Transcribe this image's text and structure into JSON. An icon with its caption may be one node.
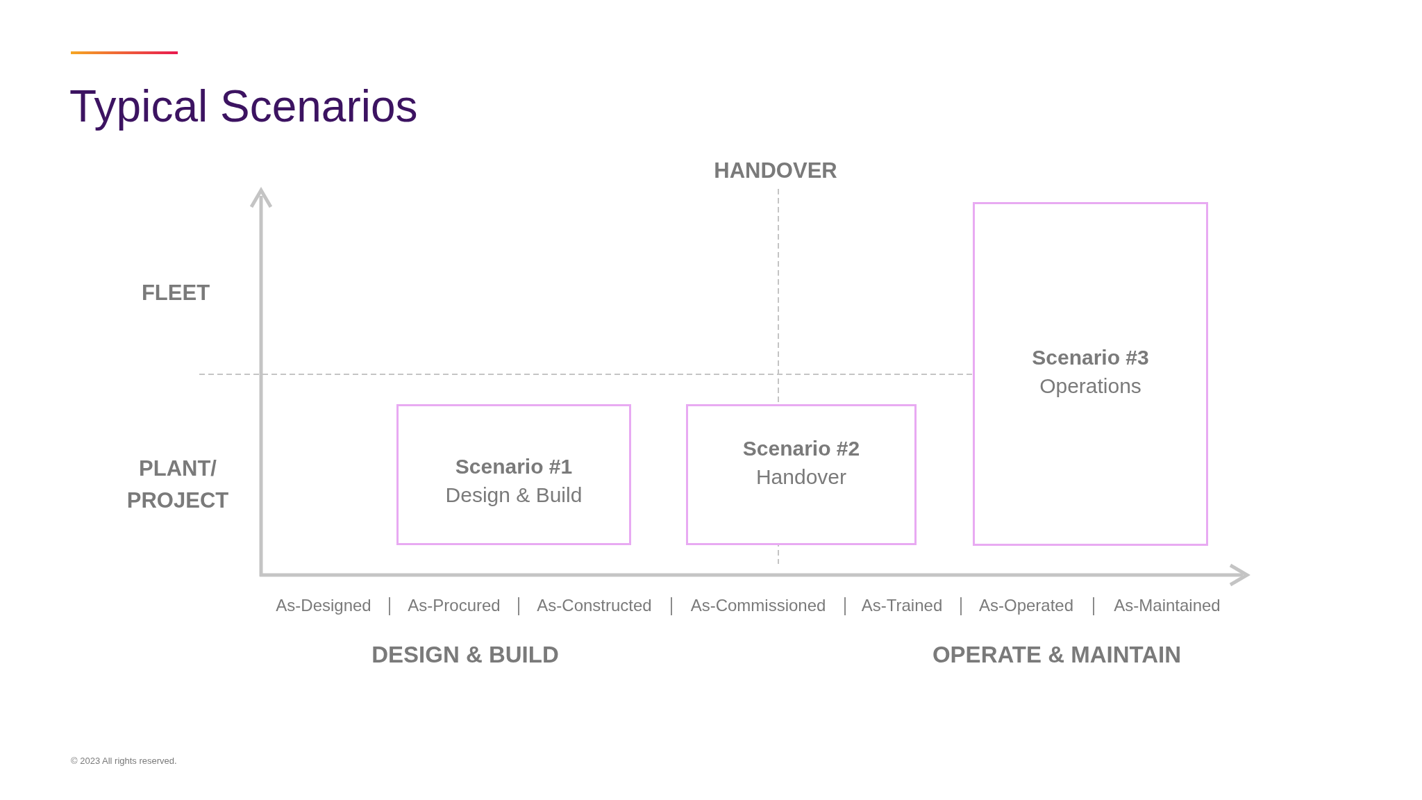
{
  "diagram": {
    "title": "Typical Scenarios",
    "nodes": [
      {
        "text": [
          "Scenario #1",
          "Design & Build"
        ]
      },
      {
        "text": [
          "Scenario #2",
          "Handover"
        ]
      },
      {
        "text": [
          "Scenario #3",
          "Operations"
        ]
      }
    ],
    "edges": [],
    "labels": [
      "HANDOVER",
      "FLEET",
      "PLANT/ PROJECT",
      "As-Designed",
      "As-Procured",
      "As-Constructed",
      "As-Commissioned",
      "As-Trained",
      "As-Operated",
      "As-Maintained",
      "DESIGN & BUILD",
      "OPERATE & MAINTAIN",
      "© 2023 All rights reserved."
    ]
  }
}
